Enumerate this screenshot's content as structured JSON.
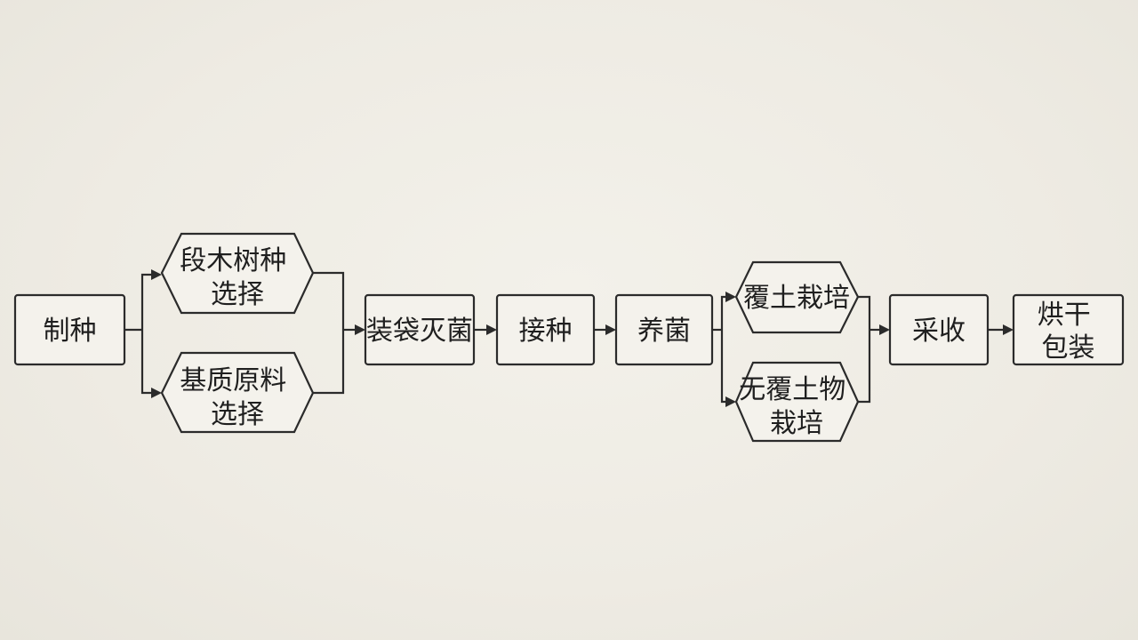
{
  "nodes": {
    "zhizhong": {
      "lines": [
        "制种"
      ]
    },
    "duanmu": {
      "lines": [
        "段木树种",
        "选择"
      ]
    },
    "jizhi": {
      "lines": [
        "基质原料",
        "选择"
      ]
    },
    "zhuangdai": {
      "lines": [
        "装袋灭菌"
      ]
    },
    "jiezhong": {
      "lines": [
        "接种"
      ]
    },
    "yangjun": {
      "lines": [
        "养菌"
      ]
    },
    "futu": {
      "lines": [
        "覆土栽培"
      ]
    },
    "wufutu": {
      "lines": [
        "无覆土物",
        "栽培"
      ]
    },
    "caishou": {
      "lines": [
        "采收"
      ]
    },
    "honggan": {
      "lines": [
        "烘干",
        "包装"
      ]
    }
  },
  "colors": {
    "line": "#2b2b2b",
    "text": "#1f1f1f",
    "box_fill": "#f4f2ec",
    "background": "#efede6"
  }
}
